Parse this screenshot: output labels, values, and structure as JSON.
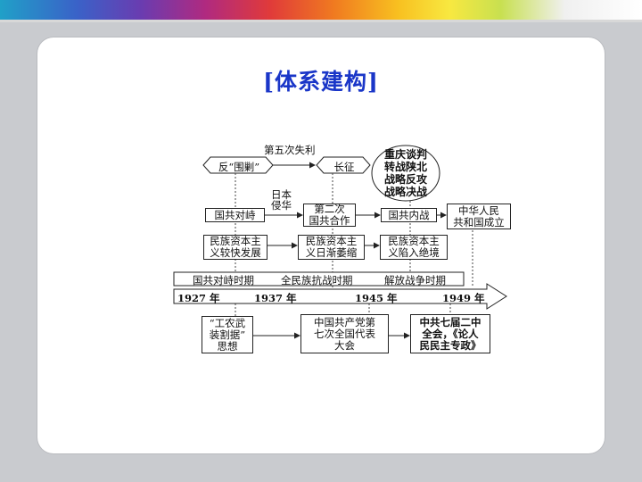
{
  "title": "[体系建构]",
  "diagram": {
    "top_label": "第五次失利",
    "hex_left": "反“围剿”",
    "hex_right": "长征",
    "circle": "重庆谈判\n转战陕北\n战略反攻\n战略决战",
    "invasion_label": "日本\n侵华",
    "row1": [
      "国共对峙",
      "第二次\n国共合作",
      "国共内战",
      "中华人民\n共和国成立"
    ],
    "row2": [
      "民族资本主\n义较快发展",
      "民族资本主\n义日渐萎缩",
      "民族资本主\n义陷入绝境"
    ],
    "periods": [
      "国共对峙时期",
      "全民族抗战时期",
      "解放战争时期"
    ],
    "years": [
      "1927 年",
      "1937 年",
      "1945 年",
      "1949 年"
    ],
    "row3": [
      "“工农武\n装割据”\n思想",
      "中国共产党第\n七次全国代表\n大会",
      "中共七届二中\n全会，《论人\n民民主专政》"
    ]
  }
}
